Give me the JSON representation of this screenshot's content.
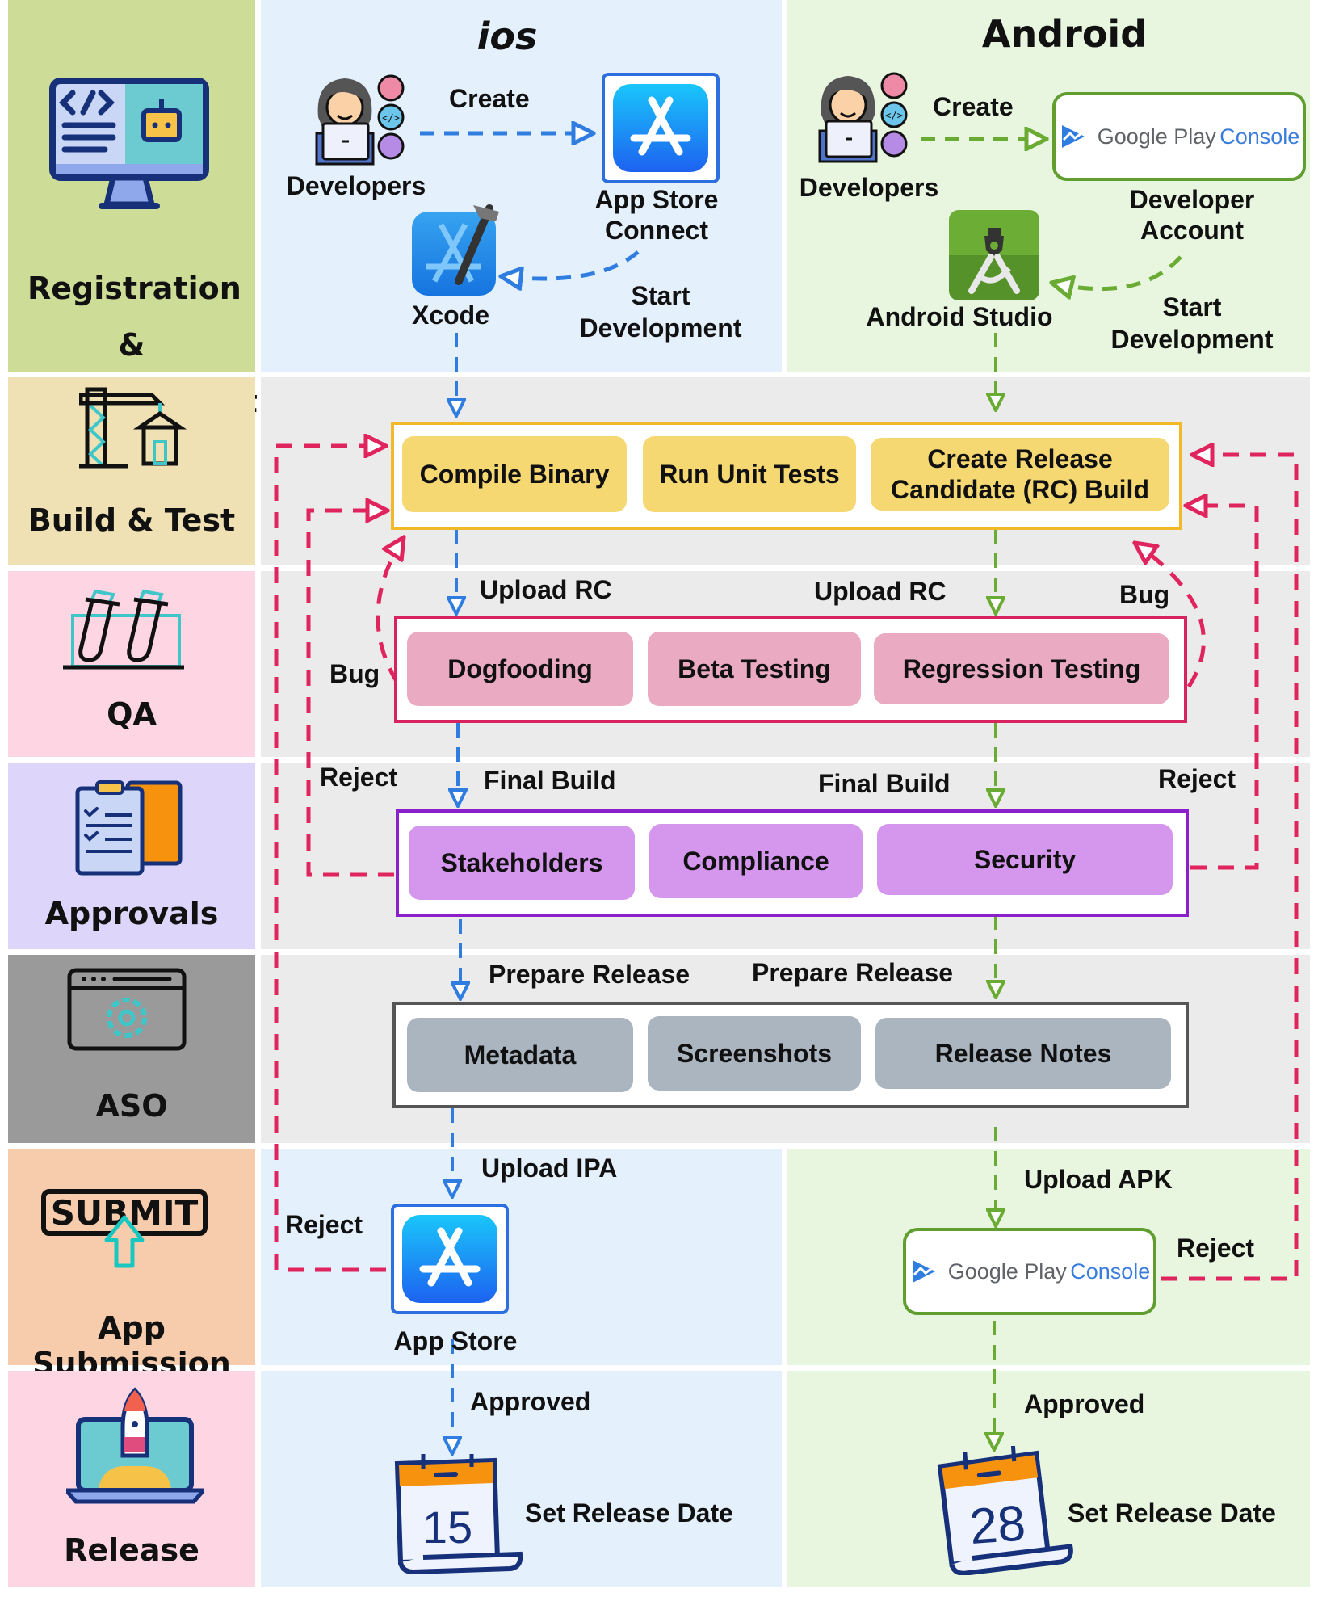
{
  "colors": {
    "ios_arrow": "#2f7de1",
    "android_arrow": "#6aab34",
    "reject_arrow": "#e0245e",
    "ios_panel": "#e4f0fc",
    "android_panel": "#e8f6e0",
    "middle_panel": "#ebebeb"
  },
  "stages": [
    {
      "label": "Registration & Development",
      "icon": "computer-code-icon",
      "color": "#cddd97"
    },
    {
      "label": "Build & Test",
      "icon": "crane-building-icon",
      "color": "#efe1b4"
    },
    {
      "label": "QA",
      "icon": "test-tubes-icon",
      "color": "#fdd5e3"
    },
    {
      "label": "Approvals",
      "icon": "clipboard-checklist-icon",
      "color": "#ddd6fa"
    },
    {
      "label": "ASO",
      "icon": "browser-gear-icon",
      "color": "#9a9a9a"
    },
    {
      "label": "App Submission",
      "icon": "submit-button-icon",
      "color": "#f7ccad"
    },
    {
      "label": "Release",
      "icon": "rocket-laptop-icon",
      "color": "#fdd5e3"
    }
  ],
  "ios": {
    "title": "ios",
    "developers": "Developers",
    "create": "Create",
    "app_store_connect": "App Store Connect",
    "start_development": "Start Development",
    "xcode": "Xcode",
    "upload_rc": "Upload RC",
    "final_build": "Final Build",
    "prepare_release": "Prepare Release",
    "upload_ipa": "Upload IPA",
    "app_store": "App Store",
    "reject": "Reject",
    "approved": "Approved",
    "calendar_day": "15",
    "set_release_date": "Set Release Date"
  },
  "android": {
    "title": "Android",
    "developers": "Developers",
    "create": "Create",
    "gpc_google": "Google Play",
    "gpc_console": "Console",
    "developer_account": "Developer Account",
    "start_development": "Start Development",
    "android_studio": "Android Studio",
    "upload_rc": "Upload RC",
    "final_build": "Final Build",
    "prepare_release": "Prepare Release",
    "upload_apk": "Upload APK",
    "reject": "Reject",
    "approved": "Approved",
    "calendar_day": "28",
    "set_release_date": "Set Release Date"
  },
  "build": {
    "steps": [
      "Compile Binary",
      "Run Unit Tests",
      "Create Release Candidate (RC) Build"
    ]
  },
  "qa": {
    "steps": [
      "Dogfooding",
      "Beta Testing",
      "Regression Testing"
    ],
    "bug_left": "Bug",
    "bug_right": "Bug"
  },
  "approvals": {
    "steps": [
      "Stakeholders",
      "Compliance",
      "Security"
    ],
    "reject_left": "Reject",
    "reject_right": "Reject"
  },
  "aso": {
    "steps": [
      "Metadata",
      "Screenshots",
      "Release Notes"
    ]
  }
}
